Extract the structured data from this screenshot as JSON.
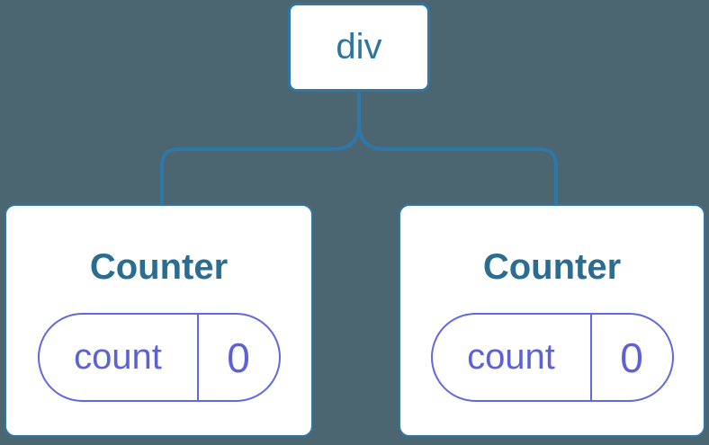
{
  "diagram": {
    "root": {
      "label": "div"
    },
    "children": [
      {
        "name": "Counter",
        "state": {
          "key": "count",
          "value": "0"
        }
      },
      {
        "name": "Counter",
        "state": {
          "key": "count",
          "value": "0"
        }
      }
    ],
    "colors": {
      "background": "#4C6671",
      "connector": "#2E77A6",
      "node_border": "#2E77A6",
      "node_fill": "#FFFFFF",
      "root_label": "#2E74A0",
      "component_title": "#2B6C91",
      "state_border": "#6268DD",
      "state_text": "#5C62D6"
    }
  }
}
